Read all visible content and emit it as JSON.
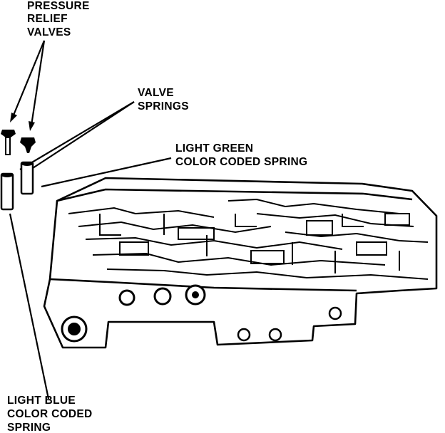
{
  "labels": {
    "pressure_relief": [
      "PRESSURE",
      "RELIEF",
      "VALVES"
    ],
    "valve_springs": [
      "VALVE",
      "SPRINGS"
    ],
    "light_green": [
      "LIGHT GREEN",
      "COLOR CODED SPRING"
    ],
    "light_blue": [
      "LIGHT BLUE",
      "COLOR CODED",
      "SPRING"
    ]
  },
  "colors": {
    "ink": "#000000",
    "paper": "#ffffff"
  }
}
